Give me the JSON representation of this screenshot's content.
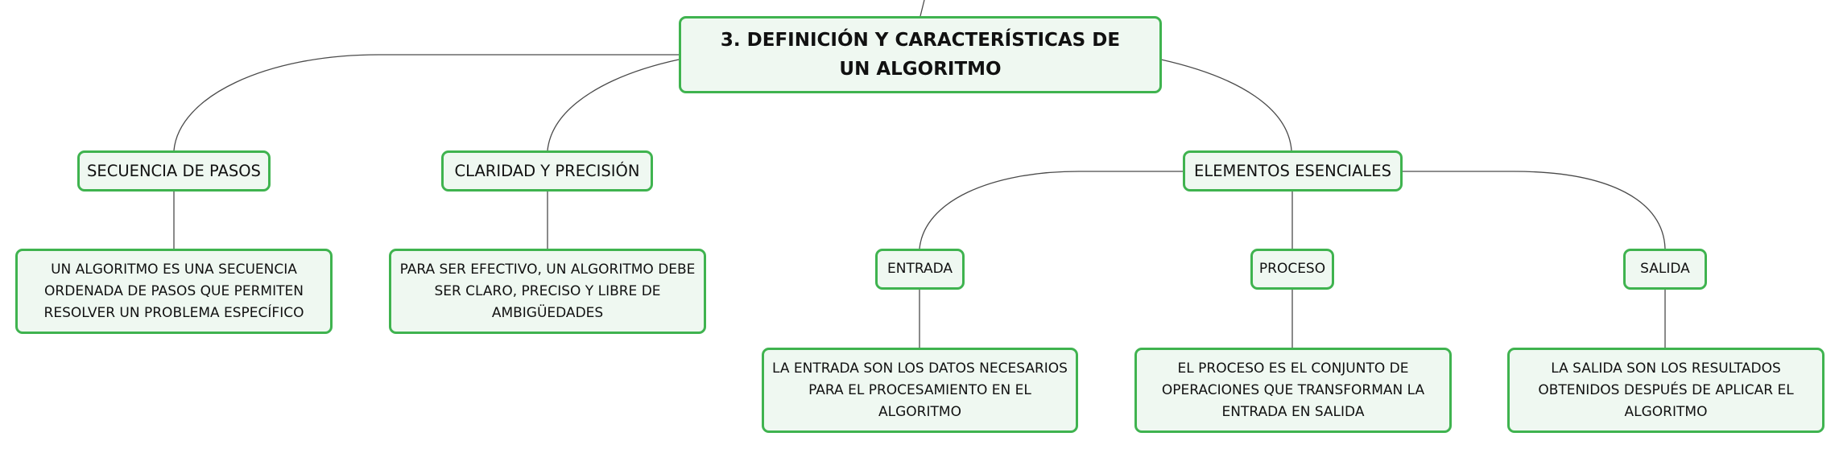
{
  "root": {
    "label": "3. DEFINICIÓN Y CARACTERÍSTICAS DE UN ALGORITMO"
  },
  "branches": {
    "secuencia": {
      "label": "SECUENCIA DE PASOS",
      "detail": "UN ALGORITMO ES UNA SECUENCIA ORDENADA DE PASOS QUE PERMITEN RESOLVER UN PROBLEMA ESPECÍFICO"
    },
    "claridad": {
      "label": "CLARIDAD Y PRECISIÓN",
      "detail": "PARA SER EFECTIVO, UN ALGORITMO DEBE SER CLARO, PRECISO Y LIBRE DE AMBIGÜEDADES"
    },
    "elementos": {
      "label": "ELEMENTOS ESENCIALES",
      "entrada": {
        "label": "ENTRADA",
        "detail": "LA ENTRADA SON LOS DATOS NECESARIOS PARA EL PROCESAMIENTO EN EL ALGORITMO"
      },
      "proceso": {
        "label": "PROCESO",
        "detail": "EL PROCESO ES EL CONJUNTO DE OPERACIONES QUE TRANSFORMAN LA ENTRADA EN SALIDA"
      },
      "salida": {
        "label": "SALIDA",
        "detail": "LA SALIDA SON LOS RESULTADOS OBTENIDOS DESPUÉS DE APLICAR EL ALGORITMO"
      }
    }
  },
  "colors": {
    "border": "#3fb34f",
    "fill": "#eff8f1",
    "connector": "#4a4a4a"
  }
}
